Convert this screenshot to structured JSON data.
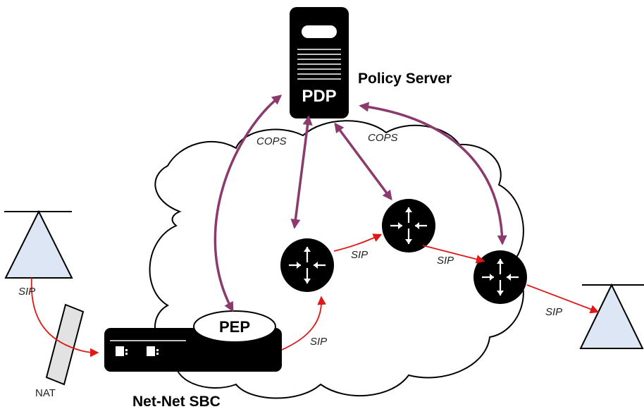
{
  "diagram": {
    "policy_server": {
      "label": "Policy Server",
      "box_text": "PDP"
    },
    "sbc": {
      "label": "Net-Net SBC",
      "pep_text": "PEP"
    },
    "nat": {
      "label": "NAT"
    },
    "labels": {
      "cops_left": "COPS",
      "cops_right": "COPS",
      "sip_left_endpoint": "SIP",
      "sip_sbc_out": "SIP",
      "sip_r1_r2": "SIP",
      "sip_r2_r3": "SIP",
      "sip_r3_endpoint": "SIP"
    }
  },
  "colors": {
    "cops_arrow": "#8b3a6e",
    "sip_arrow": "#e01818",
    "endpoint_fill": "#dde6f4",
    "nat_fill": "#e2e2e2",
    "device_fill": "#000000"
  }
}
